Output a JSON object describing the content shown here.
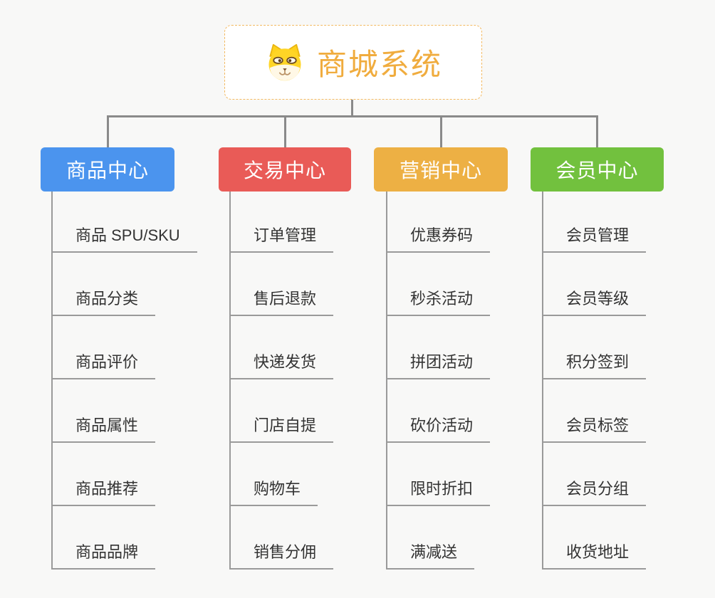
{
  "root": {
    "title": "商城系统",
    "icon": "dog-face-icon"
  },
  "colors": {
    "root_accent": "#f0ac3e",
    "root_border": "#f3b960",
    "connector": "#8a8a8a",
    "leaf_text": "#333333",
    "leaf_line": "#9a9a9a",
    "background": "#f8f8f7"
  },
  "branches": [
    {
      "label": "商品中心",
      "color": "#4b94ee",
      "items": [
        "商品 SPU/SKU",
        "商品分类",
        "商品评价",
        "商品属性",
        "商品推荐",
        "商品品牌"
      ]
    },
    {
      "label": "交易中心",
      "color": "#e95b57",
      "items": [
        "订单管理",
        "售后退款",
        "快递发货",
        "门店自提",
        "购物车",
        "销售分佣"
      ]
    },
    {
      "label": "营销中心",
      "color": "#edb044",
      "items": [
        "优惠券码",
        "秒杀活动",
        "拼团活动",
        "砍价活动",
        "限时折扣",
        "满减送"
      ]
    },
    {
      "label": "会员中心",
      "color": "#72c13e",
      "items": [
        "会员管理",
        "会员等级",
        "积分签到",
        "会员标签",
        "会员分组",
        "收货地址"
      ]
    }
  ]
}
